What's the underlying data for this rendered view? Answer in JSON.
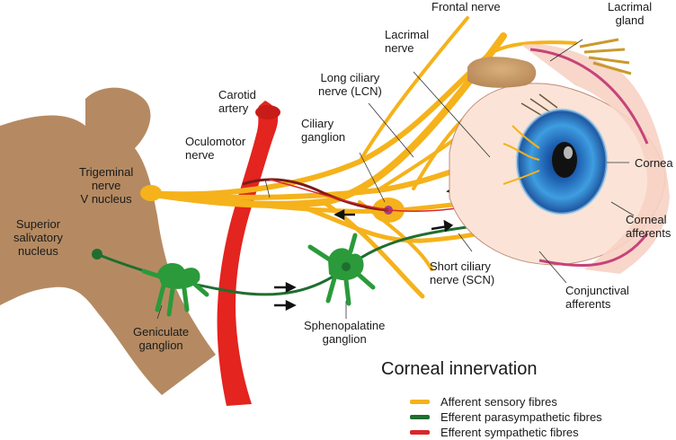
{
  "labels": {
    "frontal_nerve": "Frontal nerve",
    "lacrimal_gland": "Lacrimal\ngland",
    "lacrimal_nerve": "Lacrimal\nnerve",
    "long_ciliary_nerve": "Long ciliary\nnerve (LCN)",
    "carotid_artery": "Carotid\nartery",
    "ciliary_ganglion": "Ciliary\nganglion",
    "oculomotor_nerve": "Oculomotor\nnerve",
    "trigeminal_nucleus": "Trigeminal\nnerve\nV nucleus",
    "cornea": "Cornea",
    "corneal_afferents": "Corneal\nafferents",
    "superior_salivatory_nucleus": "Superior\nsalivatory\nnucleus",
    "short_ciliary_nerve": "Short ciliary\nnerve (SCN)",
    "conjunctival_afferents": "Conjunctival\nafferents",
    "geniculate_ganglion": "Geniculate\nganglion",
    "sphenopalatine_ganglion": "Sphenopalatine\nganglion"
  },
  "title": "Corneal innervation",
  "legend": [
    {
      "label": "Afferent sensory fibres",
      "color": "#f5b21b"
    },
    {
      "label": "Efferent parasympathetic fibres",
      "color": "#1f6e2f"
    },
    {
      "label": "Efferent sympathetic fibres",
      "color": "#d8262b"
    }
  ],
  "colors": {
    "brainstem": "#b58a62",
    "sensory": "#f5b21b",
    "parasympathetic": "#1f6e2f",
    "ganglion_green": "#2a9a3a",
    "sympathetic": "#d8262b",
    "artery": "#e3241f",
    "iris": "#1f6fc0",
    "nucleus_dot": "#a23d92"
  },
  "icons": [
    "brainstem-shape",
    "eye-shape",
    "carotid-artery-shape",
    "arrow-icon"
  ]
}
